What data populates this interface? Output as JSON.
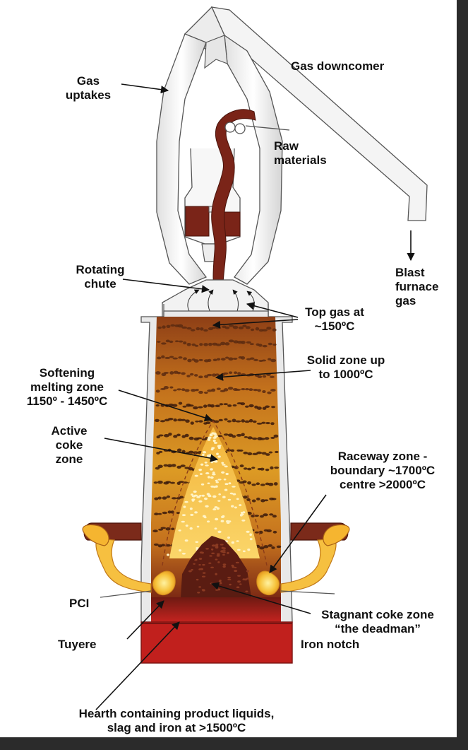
{
  "labels": {
    "gas_downcomer": [
      "Gas downcomer"
    ],
    "gas_uptakes": [
      "Gas",
      "uptakes"
    ],
    "raw_materials": [
      "Raw",
      "materials"
    ],
    "rotating_chute": [
      "Rotating",
      "chute"
    ],
    "blast_furnace_gas": [
      "Blast",
      "furnace",
      "gas"
    ],
    "top_gas": [
      "Top gas at",
      "~150ºC"
    ],
    "solid_zone": [
      "Solid zone up",
      "to 1000ºC"
    ],
    "softening_zone": [
      "Softening",
      "melting zone",
      "1150º - 1450ºC"
    ],
    "active_coke_zone": [
      "Active",
      "coke",
      "zone"
    ],
    "raceway_zone": [
      "Raceway zone -",
      "boundary ~1700ºC",
      "centre >2000ºC"
    ],
    "pci": [
      "PCI"
    ],
    "stagnant_coke_zone": [
      "Stagnant coke zone",
      "“the deadman”"
    ],
    "tuyere": [
      "Tuyere"
    ],
    "iron_notch": [
      "Iron notch"
    ],
    "hearth": [
      "Hearth containing product liquids,",
      "slag and iron at >1500ºC"
    ]
  },
  "colors": {
    "background": "#ffffff",
    "frame_shadow": "#2b2b2b",
    "structure_fill": "#f1f1f1",
    "structure_stroke": "#666666",
    "raw_material": "#7a2418",
    "burden_top": "#a8521b",
    "burden_mid": "#d9921e",
    "active_coke": "#f7c64a",
    "deadman": "#5a1c12",
    "hearth": "#b51e1e",
    "tuyere_pipe": "#7b2a1a",
    "flame": "#f3b830",
    "arrow": "#111111"
  }
}
